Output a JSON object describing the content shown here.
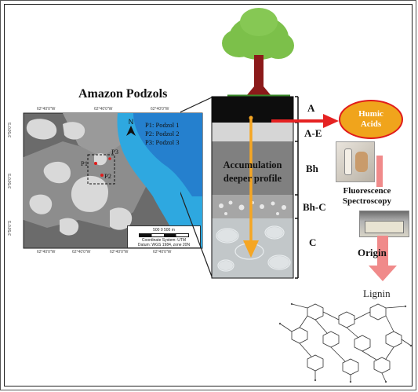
{
  "map": {
    "title": "Amazon Podzols",
    "legend": [
      "P1: Podzol 1",
      "P2: Podzol 2",
      "P3: Podzol 3"
    ],
    "point_labels": [
      "P1",
      "P2",
      "P3"
    ],
    "north": "N",
    "coord_top": [
      "62°40'0\"W",
      "62°40'0\"W",
      "62°40'0\"W"
    ],
    "coord_bottom": [
      "62°40'0\"W",
      "62°40'0\"W",
      "62°40'0\"W",
      "62°40'0\"W"
    ],
    "coord_left": [
      "3°50'0\"S",
      "3°50'0\"S",
      "3°50'0\"S"
    ],
    "scale_bar": "500   0   500 m",
    "coordinate_system": "Coordinate System: UTM",
    "datum": "Datum: WGS 1984, zone 20N",
    "colors": {
      "water": "#2ea8e0",
      "dark_soil": "#6b6b6b",
      "mid_soil": "#9a9a9a",
      "podzol": "#d9d9d9"
    }
  },
  "profile": {
    "horizons": [
      "A",
      "A-E",
      "Bh",
      "Bh-C",
      "C"
    ],
    "accumulation_label": [
      "Accumulation",
      "deeper profile"
    ],
    "colors": {
      "A": "#0d0d0d",
      "AE": "#d6d6d6",
      "Bh": "#808080",
      "C": "#c2c7c9",
      "arrow": "#f5a623"
    }
  },
  "right": {
    "humic": [
      "Humic",
      "Acids"
    ],
    "fluorescence": [
      "Fluorescence",
      "Spectroscopy"
    ],
    "origin": "Origin",
    "lignin": "Lignin",
    "colors": {
      "humic_fill": "#f0a41c",
      "humic_border": "#e01b1b",
      "arrow_red": "#e52222",
      "arrow_pink": "#f08a8a"
    }
  }
}
